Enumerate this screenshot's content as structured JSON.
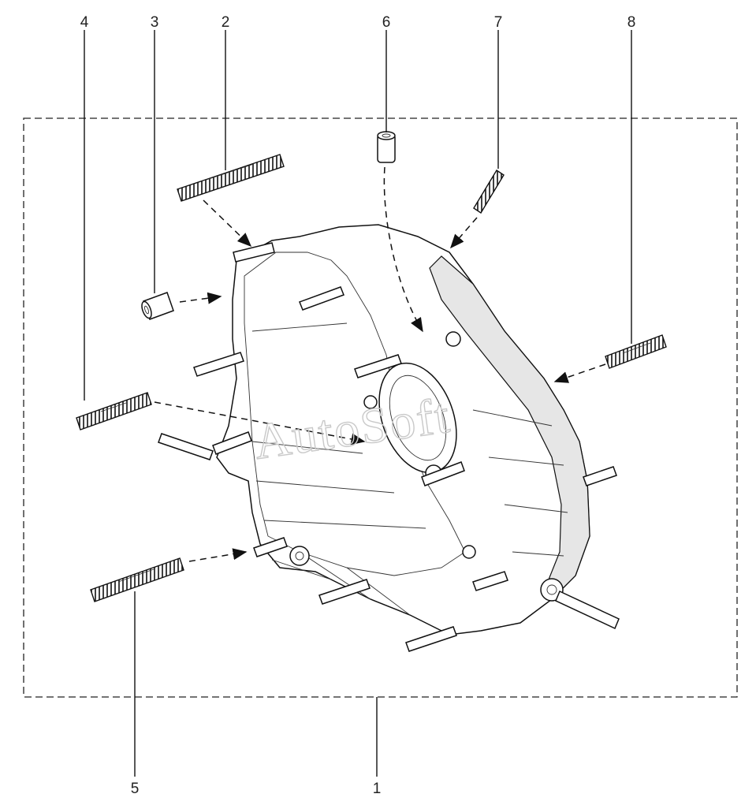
{
  "watermark": "AutoSoft",
  "callouts": {
    "c1": "1",
    "c2": "2",
    "c3": "3",
    "c4": "4",
    "c5": "5",
    "c6": "6",
    "c7": "7",
    "c8": "8"
  },
  "colors": {
    "line": "#111111",
    "background": "#ffffff",
    "watermark": "#c9c9c9"
  }
}
